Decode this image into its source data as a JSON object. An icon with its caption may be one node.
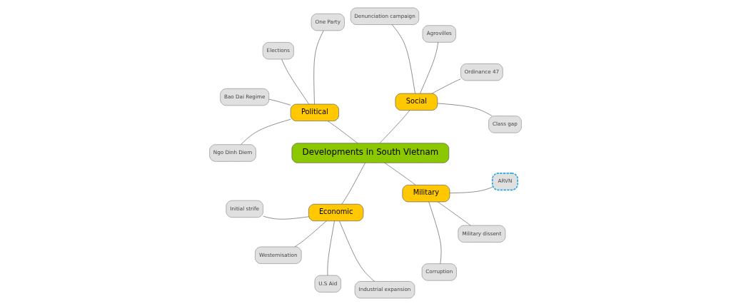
{
  "diagram": {
    "nodes": [
      {
        "text": [
          "Developments in South Vietnam"
        ]
      },
      {
        "text": [
          "Social"
        ]
      },
      {
        "text": [
          "Class gap"
        ]
      },
      {
        "text": [
          "Ordinance 47"
        ]
      },
      {
        "text": [
          "Agrovilles"
        ]
      },
      {
        "text": [
          "Denunciation campaign"
        ]
      },
      {
        "text": [
          "Political"
        ]
      },
      {
        "text": [
          "One Party"
        ]
      },
      {
        "text": [
          "Elections"
        ]
      },
      {
        "text": [
          "Bao Dai Regime"
        ]
      },
      {
        "text": [
          "Ngo Dinh Diem"
        ]
      },
      {
        "text": [
          "Economic"
        ]
      },
      {
        "text": [
          "Initial strife"
        ]
      },
      {
        "text": [
          "Westernisation"
        ]
      },
      {
        "text": [
          "U.S Aid"
        ]
      },
      {
        "text": [
          "Industrial expansion"
        ]
      },
      {
        "text": [
          "Military"
        ]
      },
      {
        "text": [
          "Corruption"
        ]
      },
      {
        "text": [
          "Military dissent"
        ]
      },
      {
        "text": [
          "ARVN"
        ]
      }
    ],
    "edges": [
      {
        "from": 0,
        "to": 1,
        "arrow": "none"
      },
      {
        "from": 1,
        "to": 2,
        "arrow": "none"
      },
      {
        "from": 1,
        "to": 3,
        "arrow": "none"
      },
      {
        "from": 1,
        "to": 4,
        "arrow": "none"
      },
      {
        "from": 1,
        "to": 5,
        "arrow": "none"
      },
      {
        "from": 0,
        "to": 6,
        "arrow": "none"
      },
      {
        "from": 6,
        "to": 7,
        "arrow": "none"
      },
      {
        "from": 6,
        "to": 8,
        "arrow": "none"
      },
      {
        "from": 6,
        "to": 9,
        "arrow": "none"
      },
      {
        "from": 6,
        "to": 10,
        "arrow": "none"
      },
      {
        "from": 0,
        "to": 11,
        "arrow": "none"
      },
      {
        "from": 11,
        "to": 12,
        "arrow": "none"
      },
      {
        "from": 11,
        "to": 13,
        "arrow": "none"
      },
      {
        "from": 11,
        "to": 14,
        "arrow": "none"
      },
      {
        "from": 11,
        "to": 15,
        "arrow": "none"
      },
      {
        "from": 0,
        "to": 16,
        "arrow": "none"
      },
      {
        "from": 16,
        "to": 17,
        "arrow": "none"
      },
      {
        "from": 16,
        "to": 18,
        "arrow": "none"
      },
      {
        "from": 16,
        "to": 19,
        "arrow": "none"
      }
    ]
  }
}
